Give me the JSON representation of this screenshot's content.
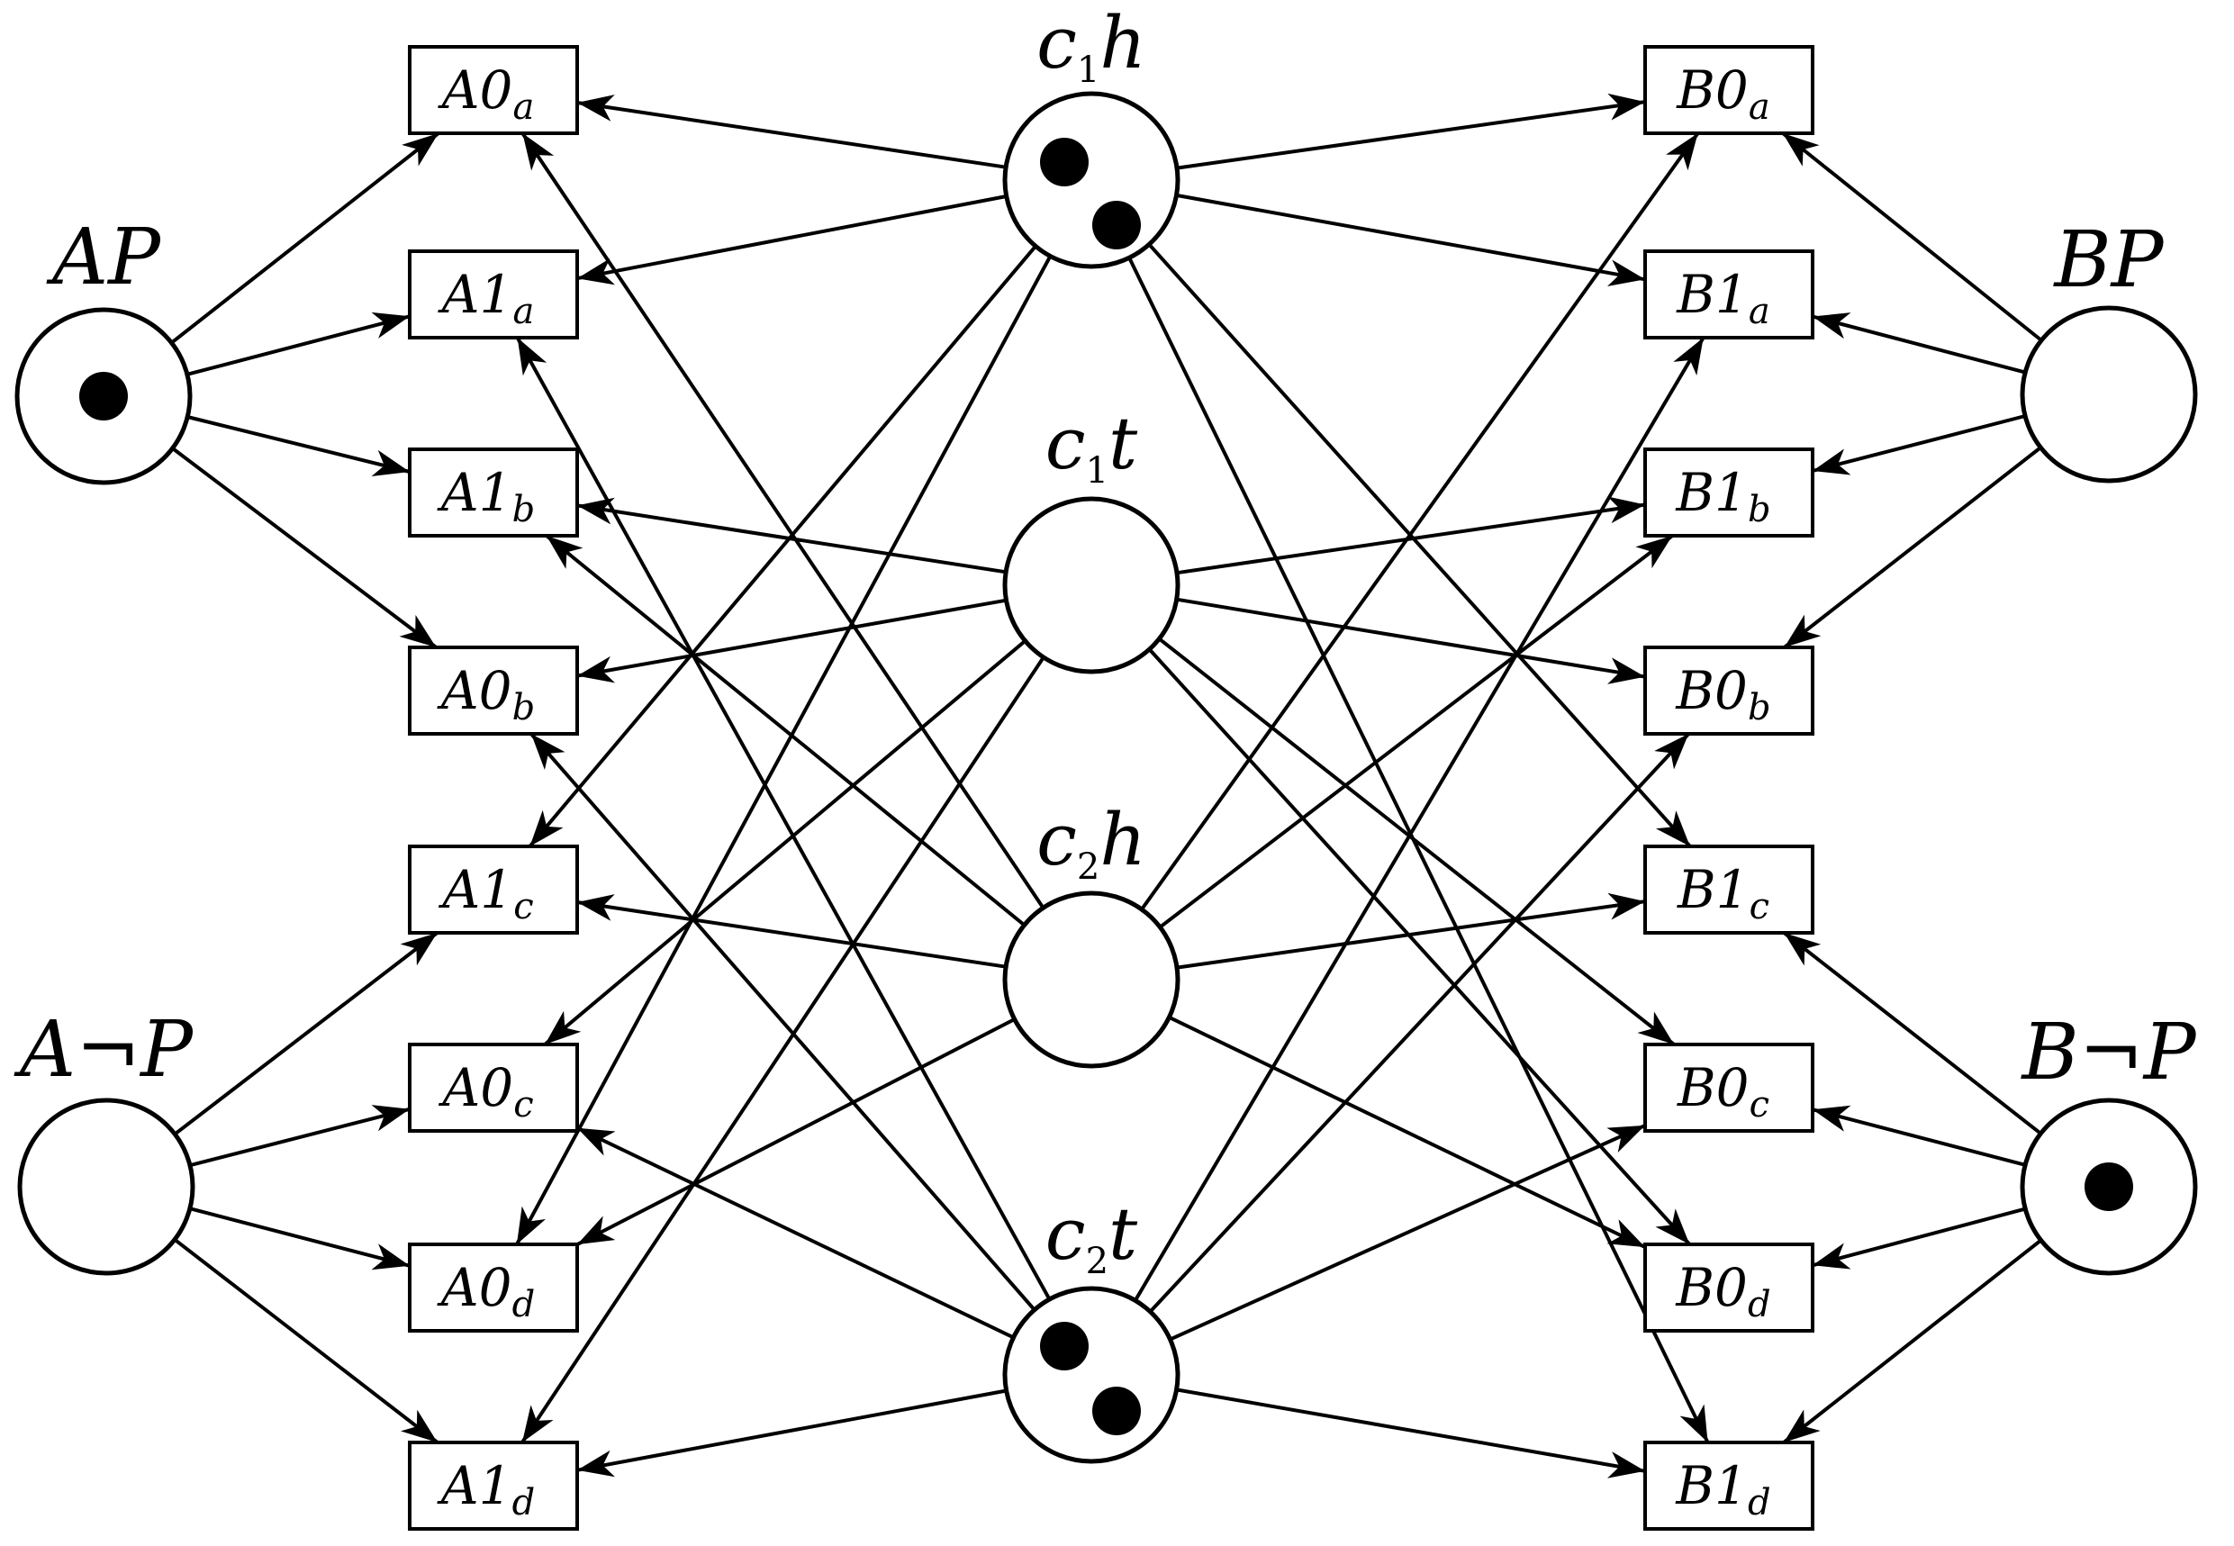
{
  "diagram": {
    "places": [
      {
        "id": "AP",
        "label": "AP",
        "tokens": 1
      },
      {
        "id": "ANP",
        "label": "A¬P",
        "tokens": 0
      },
      {
        "id": "BP",
        "label": "BP",
        "tokens": 0
      },
      {
        "id": "BNP",
        "label": "B¬P",
        "tokens": 1
      },
      {
        "id": "c1h",
        "label_main": "c",
        "label_sub": "1",
        "label_tail": "h",
        "tokens": 2
      },
      {
        "id": "c1t",
        "label_main": "c",
        "label_sub": "1",
        "label_tail": "t",
        "tokens": 0
      },
      {
        "id": "c2h",
        "label_main": "c",
        "label_sub": "2",
        "label_tail": "h",
        "tokens": 0
      },
      {
        "id": "c2t",
        "label_main": "c",
        "label_sub": "2",
        "label_tail": "t",
        "tokens": 2
      }
    ],
    "transitions": [
      {
        "id": "A0a",
        "main": "A0",
        "sub": "a"
      },
      {
        "id": "A1a",
        "main": "A1",
        "sub": "a"
      },
      {
        "id": "A1b",
        "main": "A1",
        "sub": "b"
      },
      {
        "id": "A0b",
        "main": "A0",
        "sub": "b"
      },
      {
        "id": "A1c",
        "main": "A1",
        "sub": "c"
      },
      {
        "id": "A0c",
        "main": "A0",
        "sub": "c"
      },
      {
        "id": "A0d",
        "main": "A0",
        "sub": "d"
      },
      {
        "id": "A1d",
        "main": "A1",
        "sub": "d"
      },
      {
        "id": "B0a",
        "main": "B0",
        "sub": "a"
      },
      {
        "id": "B1a",
        "main": "B1",
        "sub": "a"
      },
      {
        "id": "B1b",
        "main": "B1",
        "sub": "b"
      },
      {
        "id": "B0b",
        "main": "B0",
        "sub": "b"
      },
      {
        "id": "B1c",
        "main": "B1",
        "sub": "c"
      },
      {
        "id": "B0c",
        "main": "B0",
        "sub": "c"
      },
      {
        "id": "B0d",
        "main": "B0",
        "sub": "d"
      },
      {
        "id": "B1d",
        "main": "B1",
        "sub": "d"
      }
    ],
    "arcs": [
      [
        "AP",
        "A0a"
      ],
      [
        "AP",
        "A1a"
      ],
      [
        "AP",
        "A1b"
      ],
      [
        "AP",
        "A0b"
      ],
      [
        "ANP",
        "A1c"
      ],
      [
        "ANP",
        "A0c"
      ],
      [
        "ANP",
        "A0d"
      ],
      [
        "ANP",
        "A1d"
      ],
      [
        "BP",
        "B0a"
      ],
      [
        "BP",
        "B1a"
      ],
      [
        "BP",
        "B1b"
      ],
      [
        "BP",
        "B0b"
      ],
      [
        "BNP",
        "B1c"
      ],
      [
        "BNP",
        "B0c"
      ],
      [
        "BNP",
        "B0d"
      ],
      [
        "BNP",
        "B1d"
      ],
      [
        "c1h",
        "A0a"
      ],
      [
        "c1h",
        "A1a"
      ],
      [
        "c1h",
        "A1c"
      ],
      [
        "c1h",
        "A0d"
      ],
      [
        "c1h",
        "B0a"
      ],
      [
        "c1h",
        "B1a"
      ],
      [
        "c1h",
        "B1c"
      ],
      [
        "c1h",
        "B1d"
      ],
      [
        "c1t",
        "A1b"
      ],
      [
        "c1t",
        "A0b"
      ],
      [
        "c1t",
        "A0c"
      ],
      [
        "c1t",
        "A1d"
      ],
      [
        "c1t",
        "B1b"
      ],
      [
        "c1t",
        "B0b"
      ],
      [
        "c1t",
        "B0c"
      ],
      [
        "c1t",
        "B0d"
      ],
      [
        "c2h",
        "A0a"
      ],
      [
        "c2h",
        "A1b"
      ],
      [
        "c2h",
        "A1c"
      ],
      [
        "c2h",
        "A0d"
      ],
      [
        "c2h",
        "B0a"
      ],
      [
        "c2h",
        "B1b"
      ],
      [
        "c2h",
        "B1c"
      ],
      [
        "c2h",
        "B0d"
      ],
      [
        "c2t",
        "A1a"
      ],
      [
        "c2t",
        "A0b"
      ],
      [
        "c2t",
        "A0c"
      ],
      [
        "c2t",
        "A1d"
      ],
      [
        "c2t",
        "B1a"
      ],
      [
        "c2t",
        "B0b"
      ],
      [
        "c2t",
        "B0c"
      ],
      [
        "c2t",
        "B1d"
      ]
    ]
  }
}
